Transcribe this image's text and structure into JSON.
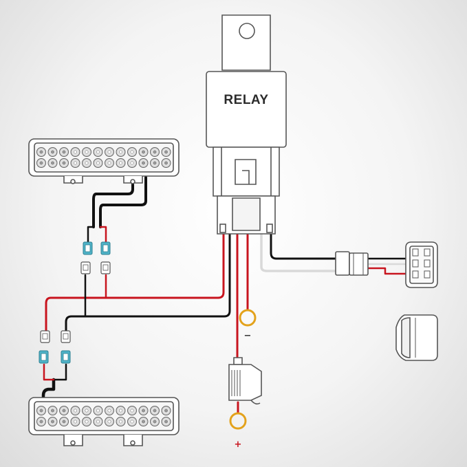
{
  "relay": {
    "label": "RELAY"
  },
  "terminals": {
    "negative": {
      "sign": "−"
    },
    "positive": {
      "sign": "+"
    }
  },
  "colors": {
    "wire_red": "#c8141e",
    "wire_black": "#111111",
    "wire_white": "#d9d9d9",
    "outline": "#555555",
    "ring_terminal": "#e3a21c",
    "connector_blue": "#4fb3c8",
    "negative_sign": "#333333",
    "positive_sign": "#c8141e"
  },
  "components": {
    "light_bars": [
      "led-light-bar-top",
      "led-light-bar-bottom"
    ],
    "relay": "relay-icon",
    "fuse_holder": "fuse-holder-icon",
    "switch": "rocker-switch-icon",
    "switch_cap": "rocker-switch-cap-icon",
    "harness_plug": "harness-plug-icon"
  }
}
